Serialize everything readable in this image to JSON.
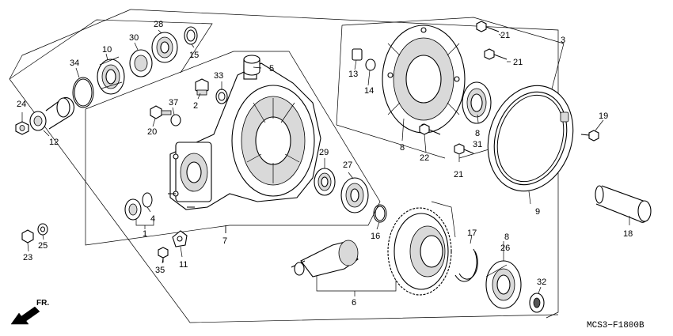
{
  "diagram": {
    "code": "MCS3−F1800B",
    "front_label": "FR.",
    "callouts": [
      {
        "id": "c1",
        "text": "1"
      },
      {
        "id": "c2",
        "text": "2"
      },
      {
        "id": "c3",
        "text": "3"
      },
      {
        "id": "c4",
        "text": "4"
      },
      {
        "id": "c5",
        "text": "5"
      },
      {
        "id": "c6",
        "text": "6"
      },
      {
        "id": "c7",
        "text": "7"
      },
      {
        "id": "c8a",
        "text": "8"
      },
      {
        "id": "c8b",
        "text": "8"
      },
      {
        "id": "c8c",
        "text": "8"
      },
      {
        "id": "c9",
        "text": "9"
      },
      {
        "id": "c10",
        "text": "10"
      },
      {
        "id": "c11",
        "text": "11"
      },
      {
        "id": "c12",
        "text": "12"
      },
      {
        "id": "c13",
        "text": "13"
      },
      {
        "id": "c14",
        "text": "14"
      },
      {
        "id": "c15",
        "text": "15"
      },
      {
        "id": "c16",
        "text": "16"
      },
      {
        "id": "c17",
        "text": "17"
      },
      {
        "id": "c18",
        "text": "18"
      },
      {
        "id": "c19",
        "text": "19"
      },
      {
        "id": "c20",
        "text": "20"
      },
      {
        "id": "c21a",
        "text": "21"
      },
      {
        "id": "c21b",
        "text": "21"
      },
      {
        "id": "c21c",
        "text": "21"
      },
      {
        "id": "c22",
        "text": "22"
      },
      {
        "id": "c23",
        "text": "23"
      },
      {
        "id": "c24",
        "text": "24"
      },
      {
        "id": "c25",
        "text": "25"
      },
      {
        "id": "c26",
        "text": "26"
      },
      {
        "id": "c27",
        "text": "27"
      },
      {
        "id": "c28",
        "text": "28"
      },
      {
        "id": "c29",
        "text": "29"
      },
      {
        "id": "c30",
        "text": "30"
      },
      {
        "id": "c31",
        "text": "31"
      },
      {
        "id": "c32",
        "text": "32"
      },
      {
        "id": "c33",
        "text": "33"
      },
      {
        "id": "c34",
        "text": "34"
      },
      {
        "id": "c35",
        "text": "35"
      },
      {
        "id": "c37",
        "text": "37"
      }
    ]
  }
}
